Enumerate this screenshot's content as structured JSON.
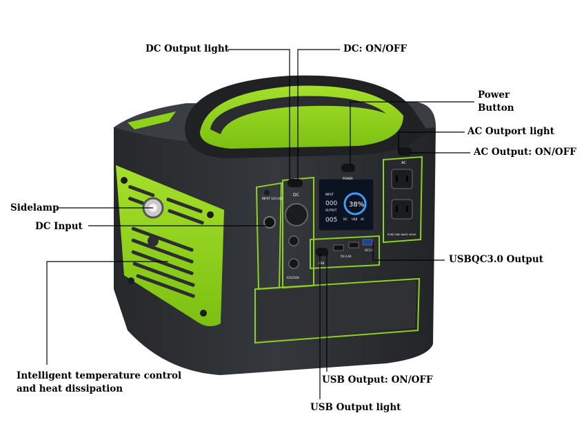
{
  "callouts": {
    "dc_output_light": "DC Output light",
    "dc_on_off": "DC: ON/OFF",
    "power_button_line1": "Power",
    "power_button_line2": "Button",
    "ac_outport_light": "AC Outport light",
    "ac_output_on_off": "AC Output: ON/OFF",
    "sidelamp": "Sidelamp",
    "dc_input": "DC Input",
    "usbqc_output": "USBQC3.0 Output",
    "temperature_line1": "Intelligent temperature control",
    "temperature_line2": "and heat dissipation",
    "usb_output_on_off": "USB Output: ON/OFF",
    "usb_output_light": "USB Output light"
  },
  "device": {
    "display_percent": "38%",
    "display_input": "000",
    "display_output": "005",
    "display_input_tag": "INPUT",
    "display_output_tag": "OUTPUT",
    "display_dc": "DC",
    "display_usb": "USB",
    "display_ac": "AC",
    "input_voltage": "INPUT 12V-24V",
    "dc_panel_label": "DC",
    "dc_rating": "12V/10A",
    "power_label": "POWER",
    "ac_panel_label": "AC",
    "ac_wave_label": "PURE SINE WAVE 300W",
    "usb_label": "USB",
    "usb_rating": "5V-2.4A",
    "qc_label": "QC3.0"
  },
  "colors": {
    "body": "#2b2d30",
    "accent_green": "#8ed21c",
    "line": "#000000"
  }
}
